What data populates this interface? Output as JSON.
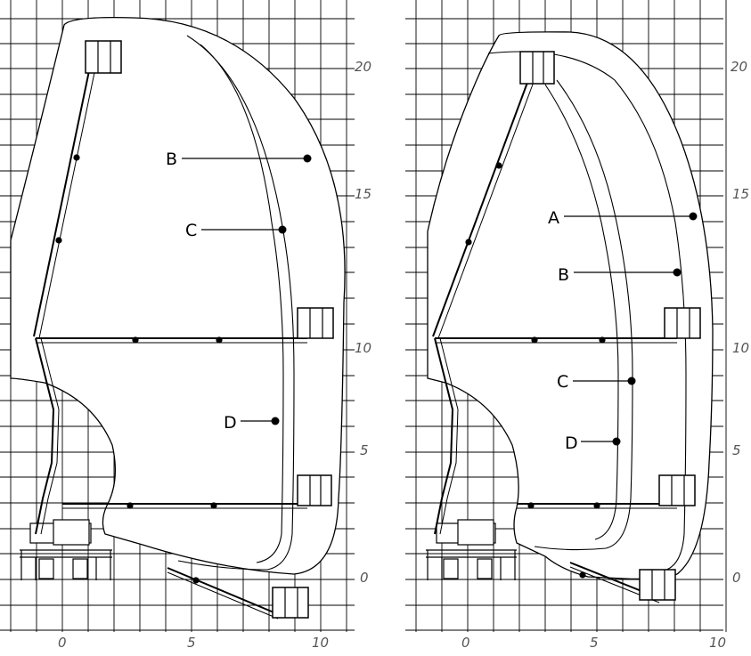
{
  "grid_color": "#000000",
  "line_color": "#000000",
  "left_panel": {
    "x_ticks": [
      "0",
      "5",
      "10"
    ],
    "y_ticks": [
      "0",
      "5",
      "10",
      "15",
      "20"
    ],
    "labels": [
      {
        "id": "B",
        "text": "B"
      },
      {
        "id": "C",
        "text": "C"
      },
      {
        "id": "D",
        "text": "D"
      }
    ]
  },
  "right_panel": {
    "x_ticks": [
      "0",
      "5",
      "10"
    ],
    "y_ticks": [
      "0",
      "5",
      "10",
      "15",
      "20"
    ],
    "labels": [
      {
        "id": "A",
        "text": "A"
      },
      {
        "id": "B",
        "text": "B"
      },
      {
        "id": "C",
        "text": "C"
      },
      {
        "id": "D",
        "text": "D"
      }
    ]
  }
}
